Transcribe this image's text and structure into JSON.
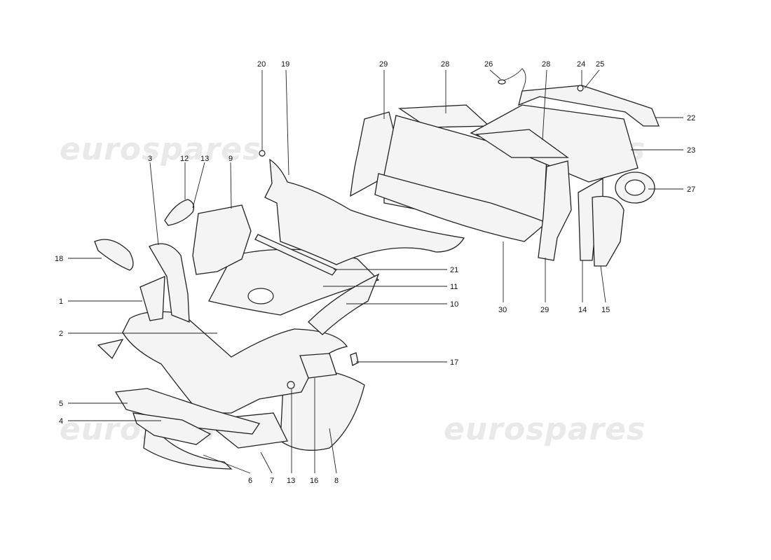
{
  "watermark": {
    "text": "eurospares"
  },
  "callouts": {
    "n1": "1",
    "n2": "2",
    "n3": "3",
    "n4": "4",
    "n5": "5",
    "n6": "6",
    "n7": "7",
    "n8": "8",
    "n9": "9",
    "n10": "10",
    "n11": "11",
    "n12": "12",
    "n13a": "13",
    "n13b": "13",
    "n14": "14",
    "n15": "15",
    "n16": "16",
    "n17": "17",
    "n18": "18",
    "n19": "19",
    "n20": "20",
    "n21": "21",
    "n22": "22",
    "n23": "23",
    "n24": "24",
    "n25": "25",
    "n26": "26",
    "n27": "27",
    "n28a": "28",
    "n28b": "28",
    "n29a": "29",
    "n29b": "29",
    "n30": "30"
  }
}
